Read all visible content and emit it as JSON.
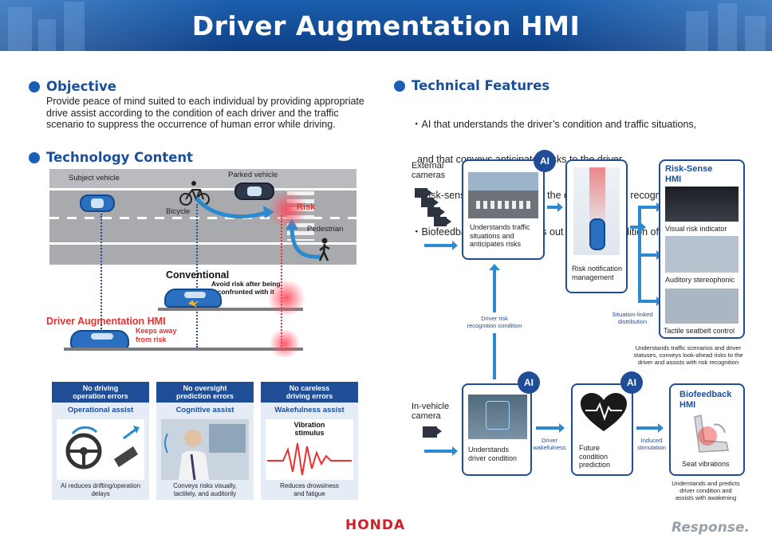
{
  "header": {
    "title": "Driver Augmentation HMI"
  },
  "objective": {
    "heading": "Objective",
    "text_line1": "Provide peace of mind suited to each individual by providing appropriate",
    "text_line2": "drive assist according to the condition of each driver and the traffic",
    "text_line3": "scenario to suppress the occurrence of human error while driving."
  },
  "technology": {
    "heading": "Technology Content",
    "scene": {
      "subject_vehicle": "Subject vehicle",
      "parked_vehicle": "Parked vehicle",
      "bicycle": "Bicycle",
      "risk": "Risk",
      "pedestrian": "Pedestrian",
      "conventional": "Conventional",
      "conventional_note_1": "Avoid risk after being",
      "conventional_note_2": "confronted with it",
      "dah_title": "Driver Augmentation HMI",
      "dah_note_1": "Keeps away",
      "dah_note_2": "from risk"
    },
    "assists": [
      {
        "head_1": "No driving",
        "head_2": "operation errors",
        "sub": "Operational assist",
        "cap_1": "AI reduces drifting/operation",
        "cap_2": "delays"
      },
      {
        "head_1": "No oversight",
        "head_2": "prediction errors",
        "sub": "Cognitive assist",
        "cap_1": "Conveys risks visually,",
        "cap_2": "tactilely, and auditorily"
      },
      {
        "head_1": "No careless",
        "head_2": "driving errors",
        "sub": "Wakefulness assist",
        "pic_1": "Vibration",
        "pic_2": "stimulus",
        "cap_1": "Reduces drowsiness",
        "cap_2": "and fatigue"
      }
    ]
  },
  "features": {
    "heading": "Technical Features",
    "bullets": [
      "・AI that understands the driver’s condition and traffic situations,",
      "  and that conveys anticipated risks to the driver",
      "・Risk-sense HMI that assists the driver with risk recognition",
      "・Biofeedback HMI that brings out the good condition of the driver"
    ]
  },
  "flow": {
    "external_cameras_1": "External",
    "external_cameras_2": "cameras",
    "understands_traffic_1": "Understands traffic",
    "understands_traffic_2": "situations and",
    "understands_traffic_3": "anticipates risks",
    "ai": "AI",
    "risk_notification_1": "Risk notification",
    "risk_notification_2": "management",
    "risk_sense_title_1": "Risk-Sense",
    "risk_sense_title_2": "HMI",
    "visual": "Visual risk indicator",
    "auditory": "Auditory stereophonic",
    "tactile": "Tactile seatbelt control",
    "situation_linked_1": "Situation-linked",
    "situation_linked_2": "distribution",
    "driver_risk_1": "Driver risk",
    "driver_risk_2": "recognition condition",
    "rs_note_1": "Understands traffic scenarios and driver",
    "rs_note_2": "statuses, conveys look-ahead risks to the",
    "rs_note_3": "driver and assists with risk recognition",
    "invehicle_1": "In-vehicle",
    "invehicle_2": "camera",
    "understands_driver_1": "Understands",
    "understands_driver_2": "driver condition",
    "driver_wakefulness_1": "Driver",
    "driver_wakefulness_2": "wakefulness",
    "future_1": "Future",
    "future_2": "condition",
    "future_3": "prediction",
    "induced_1": "Induced",
    "induced_2": "stimulation",
    "bio_title_1": "Biofeedback",
    "bio_title_2": "HMI",
    "seat_vibrations": "Seat vibrations",
    "bio_note_1": "Understands and predicts",
    "bio_note_2": "driver condition and",
    "bio_note_3": "assists with awakening"
  },
  "footer": {
    "brand": "HONDA",
    "watermark": "Response."
  },
  "colors": {
    "accent": "#1f4e96",
    "arrow": "#2b8ad0",
    "risk": "#e8302e",
    "brand": "#d21f26"
  }
}
